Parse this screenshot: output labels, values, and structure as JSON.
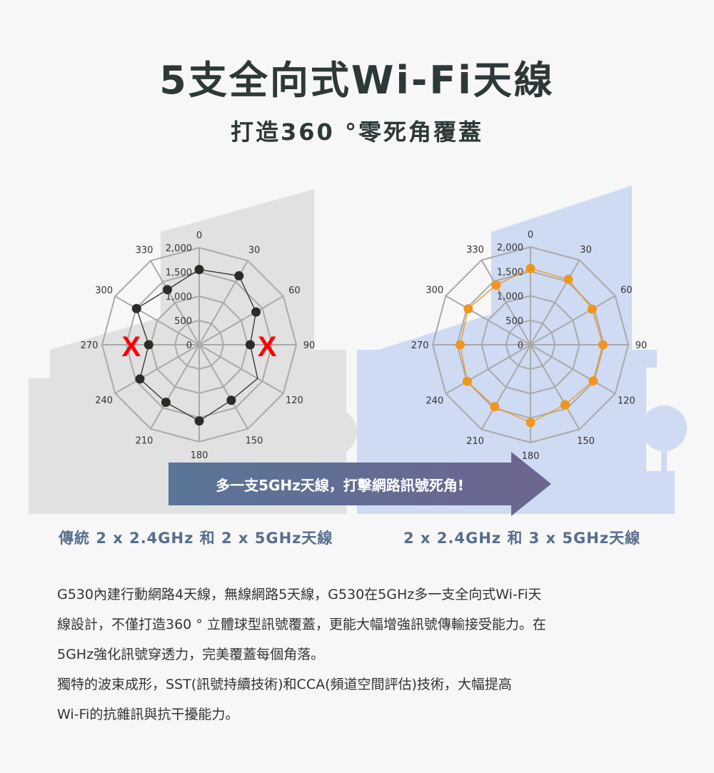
{
  "header": {
    "title": "5支全向式Wi-Fi天線",
    "subtitle": "打造360 °零死角覆蓋"
  },
  "arrow": {
    "label": "多一支5GHz天線，打擊網路訊號死角!"
  },
  "captions": {
    "left": "傳統 2 x 2.4GHz 和 2 x 5GHz天線",
    "right": "2 x 2.4GHz 和 3 x 5GHz天線"
  },
  "body": {
    "lines": [
      "G530內建行動網路4天線，無線網路5天線，G530在5GHz多一支全向式Wi-Fi天",
      "線設計，不僅打造360 ° 立體球型訊號覆蓋，更能大幅增強訊號傳輸接受能力。在",
      "5GHz強化訊號穿透力，完美覆蓋每個角落。",
      "獨特的波束成形，SST(訊號持續技術)和CCA(頻道空間評估)技術，大幅提高",
      "Wi-Fi的抗雜訊與抗干擾能力。"
    ]
  },
  "colors": {
    "left_house": "#e1e1e1",
    "right_house": "#cfdbf3",
    "left_series": "#2b2b28",
    "right_series": "#f0961e",
    "grid": "#a9a9a9",
    "dead_zone": "#ff0000",
    "arrow_start": "#5a7597",
    "arrow_end": "#6c6590"
  },
  "chart_data": [
    {
      "type": "radar",
      "name": "left",
      "angles": [
        0,
        30,
        60,
        90,
        120,
        150,
        180,
        210,
        240,
        270,
        300,
        330
      ],
      "angle_labels": [
        "0",
        "30",
        "60",
        "90",
        "120",
        "150",
        "180",
        "210",
        "240",
        "270",
        "300",
        "330"
      ],
      "radial_ticks": [
        "0",
        "500",
        "1,000",
        "1,500",
        "2,000"
      ],
      "rlim": [
        0,
        2000
      ],
      "values": [
        1550,
        1640,
        1350,
        1050,
        1390,
        1320,
        1570,
        1370,
        1410,
        1040,
        1490,
        1310
      ],
      "markers_missing_at": [
        120
      ],
      "dead_zone_marks": [
        {
          "angle": 90,
          "label": "X"
        },
        {
          "angle": 270,
          "label": "X"
        }
      ]
    },
    {
      "type": "radar",
      "name": "right",
      "angles": [
        0,
        30,
        60,
        90,
        120,
        150,
        180,
        210,
        240,
        270,
        300,
        330
      ],
      "angle_labels": [
        "0",
        "30",
        "60",
        "90",
        "120",
        "150",
        "180",
        "210",
        "240",
        "270",
        "300",
        "330"
      ],
      "radial_ticks": [
        "0",
        "500",
        "1,000",
        "1,500",
        "2,000"
      ],
      "rlim": [
        0,
        2000
      ],
      "values": [
        1560,
        1545,
        1455,
        1480,
        1480,
        1415,
        1590,
        1465,
        1495,
        1440,
        1470,
        1410
      ],
      "markers_missing_at": [],
      "dead_zone_marks": []
    }
  ]
}
